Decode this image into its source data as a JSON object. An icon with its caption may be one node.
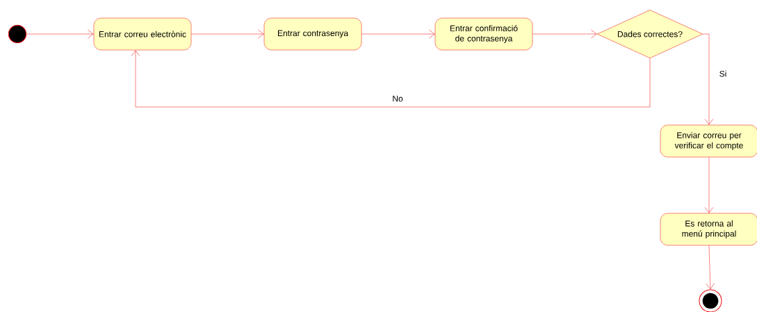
{
  "diagram": {
    "nodes": [
      {
        "text": [],
        "shape": "circle"
      },
      {
        "text": [
          "Entrar correu electrònic"
        ]
      },
      {
        "text": [
          "Entrar contrasenya"
        ]
      },
      {
        "text": [
          "Entrar confirmació de contrasenya"
        ]
      },
      {
        "text": [
          "Dades correctes?"
        ]
      },
      {
        "text": [
          "Enviar correu per verificar el compte"
        ]
      },
      {
        "text": [
          "Es retorna al menú principal"
        ]
      },
      {
        "text": [],
        "shape": "circle"
      }
    ],
    "edges": [
      {
        "from": 0,
        "to": 1,
        "arrow": "to"
      },
      {
        "from": 1,
        "to": 2,
        "arrow": "to"
      },
      {
        "from": 2,
        "to": 3,
        "arrow": "to"
      },
      {
        "from": 3,
        "to": 4,
        "arrow": "to"
      },
      {
        "from": 4,
        "to": 1,
        "arrow": "to",
        "label": "No"
      },
      {
        "from": 4,
        "to": 5,
        "arrow": "to",
        "label": "Si"
      },
      {
        "from": 5,
        "to": 6,
        "arrow": "to"
      },
      {
        "from": 6,
        "to": 7,
        "arrow": "to"
      }
    ]
  }
}
